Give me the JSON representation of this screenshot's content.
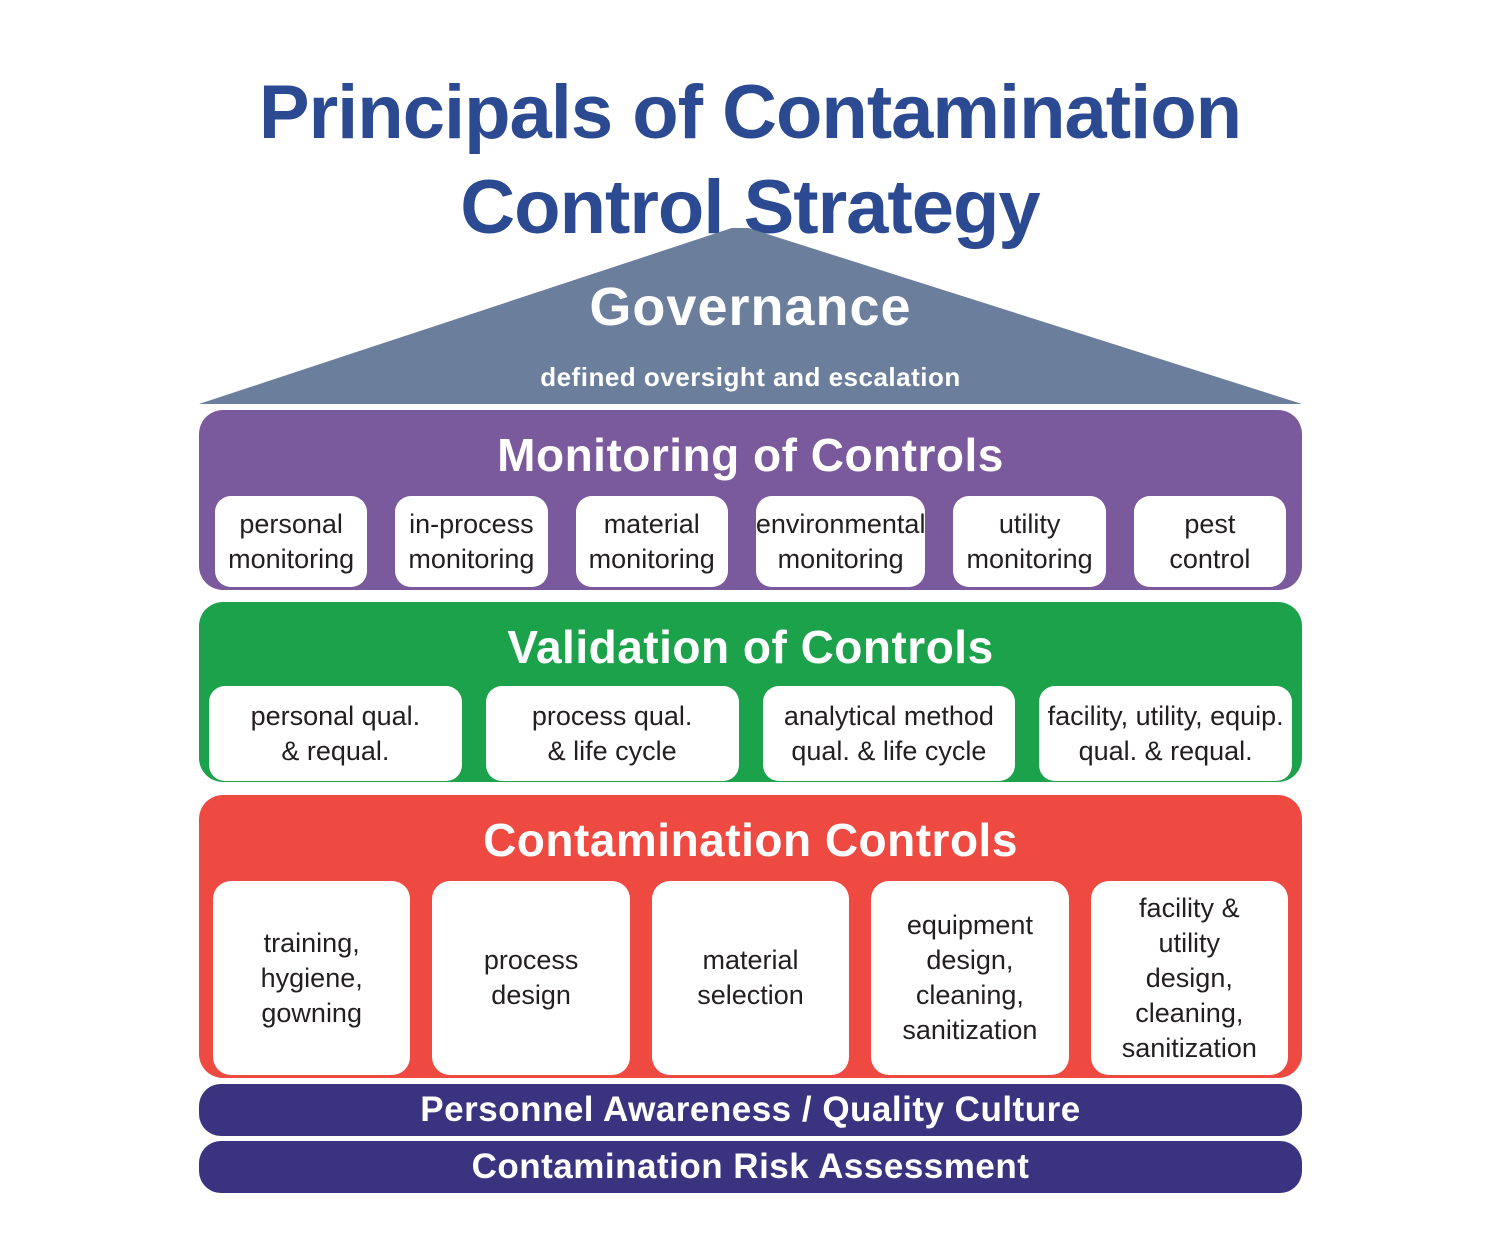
{
  "title": {
    "line1": "Principals of Contamination",
    "line2": "Control Strategy"
  },
  "roof": {
    "heading": "Governance",
    "subheading": "defined oversight and escalation"
  },
  "bands": [
    {
      "heading": "Monitoring of Controls",
      "items": [
        "personal\nmonitoring",
        "in-process\nmonitoring",
        "material\nmonitoring",
        "environmental\nmonitoring",
        "utility\nmonitoring",
        "pest\ncontrol"
      ]
    },
    {
      "heading": "Validation of Controls",
      "items": [
        "personal qual.\n& requal.",
        "process qual.\n& life cycle",
        "analytical method\nqual. & life cycle",
        "facility, utility, equip.\nqual. & requal."
      ]
    },
    {
      "heading": "Contamination Controls",
      "items": [
        "training,\nhygiene,\ngowning",
        "process\ndesign",
        "material\nselection",
        "equipment\ndesign,\ncleaning,\nsanitization",
        "facility &\nutility\ndesign,\ncleaning,\nsanitization"
      ]
    }
  ],
  "footer_bars": [
    {
      "label": "Personnel Awareness / Quality Culture"
    },
    {
      "label": "Contamination Risk Assessment"
    }
  ],
  "colors": {
    "title_blue": "#2b4a91",
    "roof_slate": "#6b7e9b",
    "monitoring_purple": "#7a5a9c",
    "validation_green": "#1da24c",
    "contamination_red": "#ef4a42",
    "footer_navy": "#3a337f",
    "box_text": "#231f20"
  }
}
